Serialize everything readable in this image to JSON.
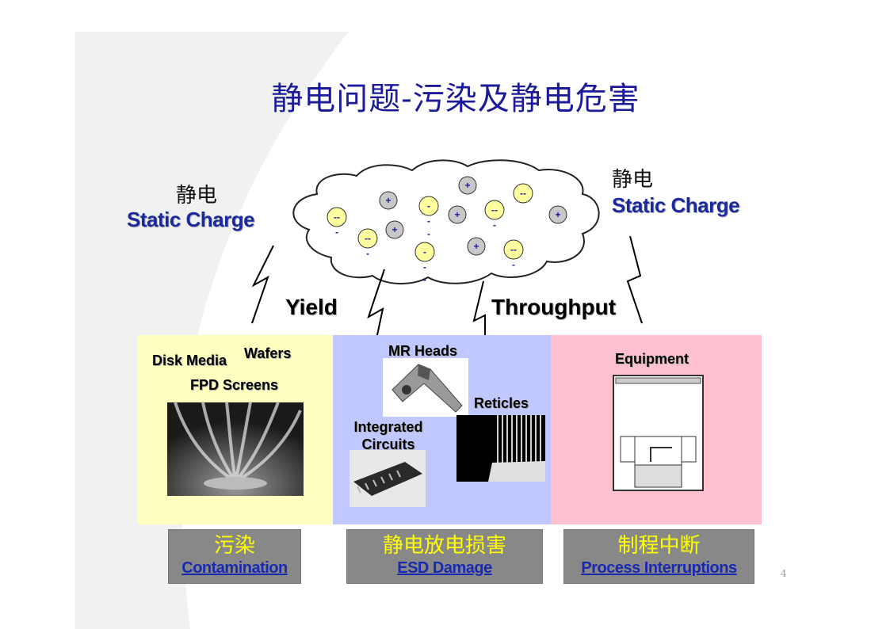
{
  "title": "静电问题-污染及静电危害",
  "left_charge": {
    "zh": "静电",
    "en": "Static Charge"
  },
  "right_charge": {
    "zh": "静电",
    "en": "Static Charge"
  },
  "cloud": {
    "positive_symbol": "+",
    "negative_symbols": [
      "--",
      "-",
      "--",
      "--",
      "--",
      "-"
    ],
    "under_marks": "-"
  },
  "arrows": {
    "left_label": "Yield",
    "right_label": "Throughput"
  },
  "panels": {
    "contamination_items": {
      "disk_media": "Disk Media",
      "wafers": "Wafers",
      "fpd_screens": "FPD Screens"
    },
    "esd_items": {
      "mr_heads": "MR Heads",
      "reticles": "Reticles",
      "integrated_circuits": "Integrated Circuits"
    },
    "equipment_label": "Equipment"
  },
  "captions": [
    {
      "zh": "污染",
      "en": "Contamination"
    },
    {
      "zh": "静电放电损害",
      "en": "ESD Damage"
    },
    {
      "zh": "制程中断",
      "en": "Process Interruptions"
    }
  ],
  "page_number": "4",
  "colors": {
    "title": "#1a1a9a",
    "static_charge": "#1a2a9e",
    "panel_contamination": "#ffffc0",
    "panel_esd": "#c0c8ff",
    "panel_process": "#ffc0d0",
    "caption_bg": "#888888",
    "caption_zh": "#ffff00",
    "caption_en": "#1a2ab0",
    "negative_charge": "#ffffa0",
    "positive_charge": "#c8c8c8"
  }
}
